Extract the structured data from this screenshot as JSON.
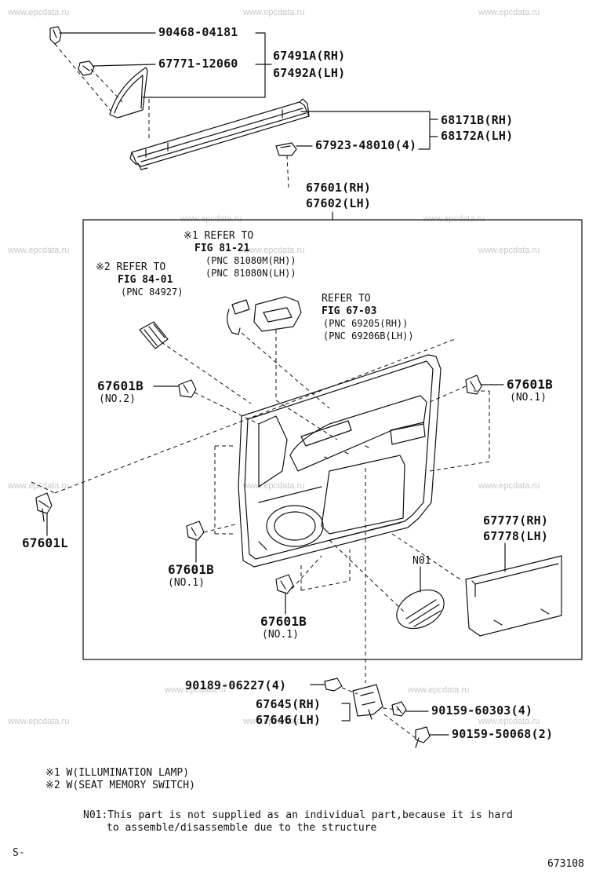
{
  "watermark": "www.epcdata.ru",
  "parts": {
    "clip_90468": "90468-04181",
    "screw_67771": "67771-12060",
    "cover_rh": "67491A(RH)",
    "cover_lh": "67492A(LH)",
    "weatherstrip_rh": "68171B(RH)",
    "weatherstrip_lh": "68172A(LH)",
    "clip_67923": "67923-48010(4)",
    "panel_rh": "67601(RH)",
    "panel_lh": "67602(LH)",
    "clip_67601b_no2": "67601B",
    "clip_67601b_no2_note": "(NO.2)",
    "clip_67601b_no1_right": "67601B",
    "clip_67601b_no1_right_note": "(NO.1)",
    "clip_67601l": "67601L",
    "clip_67601b_no1_left": "67601B",
    "clip_67601b_no1_left_note": "(NO.1)",
    "clip_67601b_no1_bottom": "67601B",
    "clip_67601b_no1_bottom_note": "(NO.1)",
    "pocket_rh": "67777(RH)",
    "pocket_lh": "67778(LH)",
    "n01": "N01",
    "clip_90189": "90189-06227(4)",
    "bracket_rh": "67645(RH)",
    "bracket_lh": "67646(LH)",
    "screw_90159_60303": "90159-60303(4)",
    "screw_90159_50068": "90159-50068(2)"
  },
  "refs": {
    "ref1_line1": "※1 REFER TO",
    "ref1_fig": "FIG 81-21",
    "ref1_pnc_rh": "(PNC 81080M(RH))",
    "ref1_pnc_lh": "(PNC 81080N(LH))",
    "ref2_line1": "※2 REFER TO",
    "ref2_fig": "FIG 84-01",
    "ref2_pnc": "(PNC 84927)",
    "ref3_line1": "REFER TO",
    "ref3_fig": "FIG 67-03",
    "ref3_pnc_rh": "(PNC 69205(RH))",
    "ref3_pnc_lh": "(PNC 69206B(LH))"
  },
  "footnotes": {
    "note1": "※1 W(ILLUMINATION LAMP)",
    "note2": "※2 W(SEAT MEMORY SWITCH)",
    "n01_line1": "N01:This part is not supplied as an individual part,because it is hard",
    "n01_line2": "to assemble/disassemble due to the structure",
    "prefix": "S-",
    "figure_id": "673108"
  }
}
